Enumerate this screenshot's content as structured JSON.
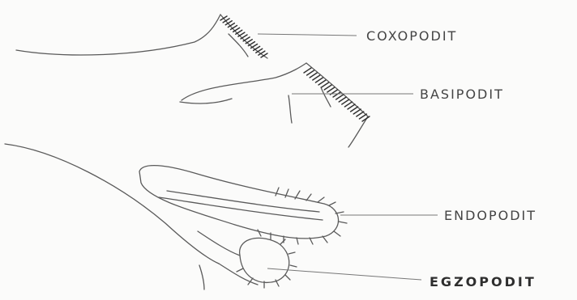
{
  "labels": {
    "coxopodit": "COXOPODIT",
    "basipodit": "BASIPODIT",
    "endopodit": "ENDOPODIT",
    "egzopodit": "EGZOPODIT"
  },
  "colors": {
    "ink": "#5a5a5a",
    "paper": "#fbfbfa"
  }
}
